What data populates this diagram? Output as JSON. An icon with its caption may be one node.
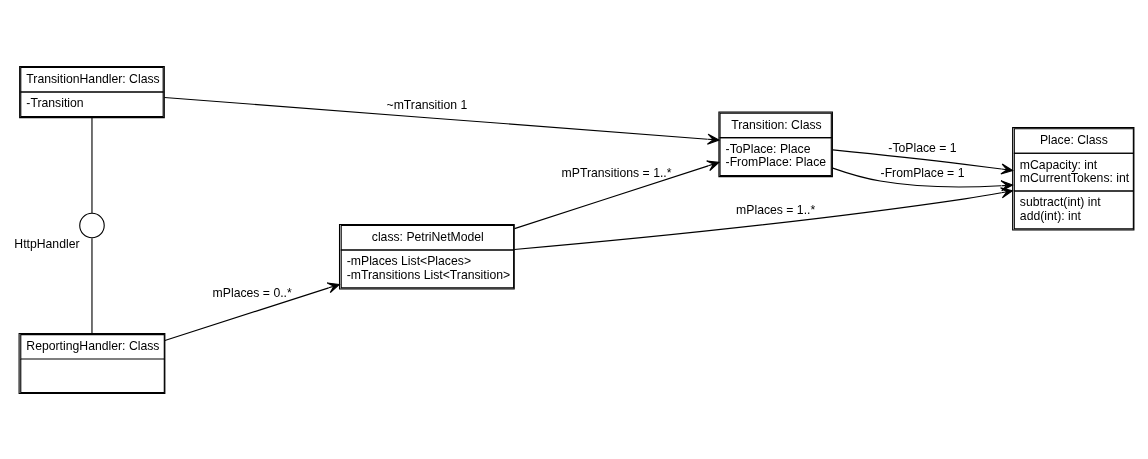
{
  "diagram": {
    "nodes": [
      {
        "text": [
          "Place: Class",
          "mCapacity: int",
          "mCurrentTokens: int",
          "subtract(int) int",
          "add(int): int"
        ]
      },
      {
        "text": [
          "Transition: Class",
          "-ToPlace: Place",
          "-FromPlace: Place"
        ]
      },
      {
        "text": [
          "TransitionHandler: Class",
          "-Transition"
        ]
      },
      {
        "text": [
          "class: PetriNetModel",
          "-mPlaces List<Places>",
          "-mTransitions List<Transition>"
        ]
      },
      {
        "text": [],
        "shape": "circle",
        "beside": [
          "HttpHandler"
        ]
      },
      {
        "text": [
          "ReportingHandler: Class"
        ]
      }
    ],
    "edges": [
      {
        "from": 2,
        "to": 1,
        "arrow": "to",
        "label": "~mTransition 1"
      },
      {
        "from": 1,
        "to": 0,
        "arrow": "to",
        "label": "-ToPlace = 1"
      },
      {
        "from": 1,
        "to": 0,
        "arrow": "to",
        "label": "-FromPlace = 1"
      },
      {
        "from": 3,
        "to": 1,
        "arrow": "to",
        "label": "mPTransitions = 1..*"
      },
      {
        "from": 3,
        "to": 0,
        "arrow": "to",
        "label": "mPlaces = 1..*"
      },
      {
        "from": 5,
        "to": 3,
        "arrow": "to",
        "label": "mPlaces = 0..*"
      },
      {
        "from": 2,
        "to": 4,
        "arrow": "none"
      },
      {
        "from": 4,
        "to": 5,
        "arrow": "none"
      }
    ]
  }
}
